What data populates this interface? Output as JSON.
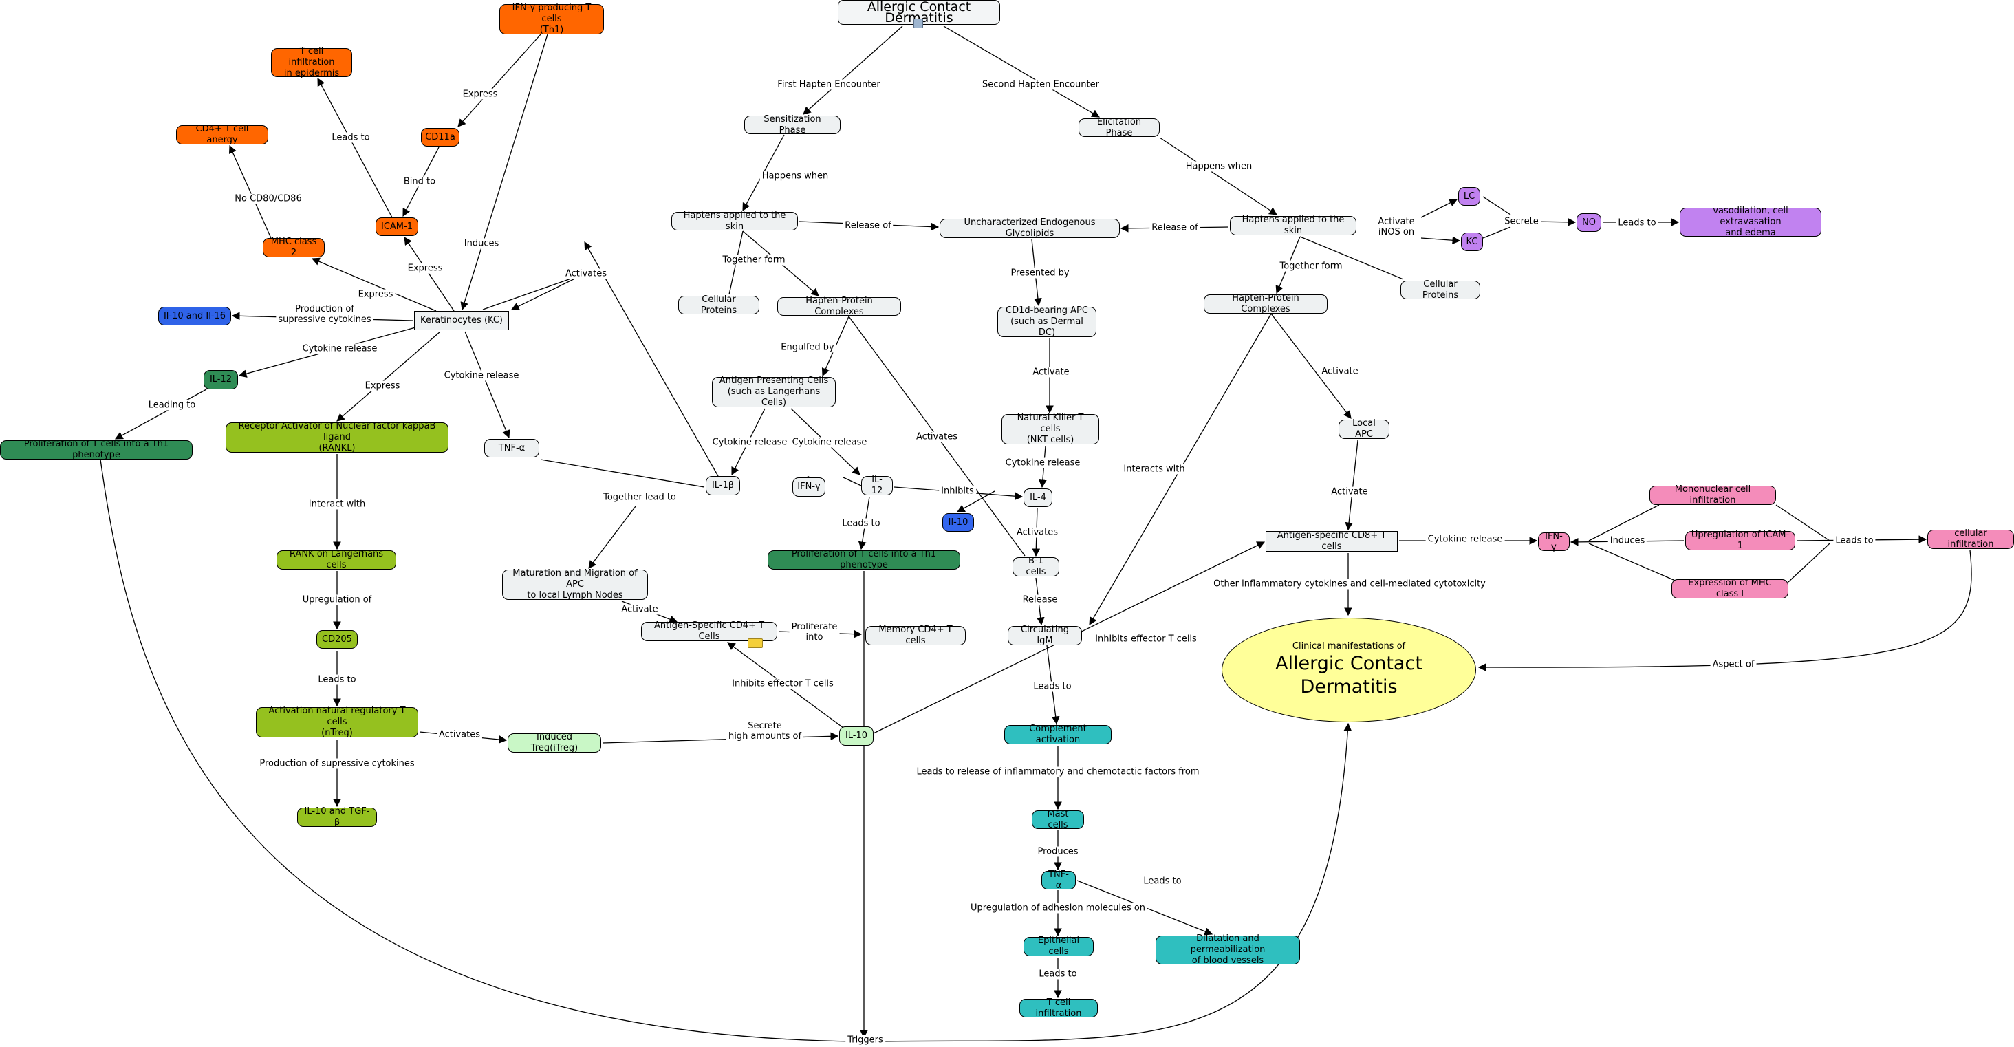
{
  "title": "Allergic Contact Dermatitis",
  "nodes": {
    "acd_title": "Allergic Contact Dermatitis",
    "sensitization": "Sensitization Phase",
    "elicitation": "Elicitation Phase",
    "haptens_skin_1": "Haptens applied to the skin",
    "haptens_skin_2": "Haptens applied to the skin",
    "unchar_glyco": "Uncharacterized Endogenous Glycolipids",
    "cellular_proteins_1": "Cellular Proteins",
    "cellular_proteins_2": "Cellular Proteins",
    "hapten_protein_1": "Hapten-Protein Complexes",
    "hapten_protein_2": "Hapten-Protein Complexes",
    "apc_langerhans": "Antigen Presenting Cells\n(such as Langerhans Cells)",
    "cd1d_apc": "CD1d-bearing APC\n(such as Dermal DC)",
    "nkt": "Natural Killer T cells\n(NKT cells)",
    "il1b": "IL-1β",
    "ifng_1": "IFN-γ",
    "il12_1": "IL-12",
    "il4": "IL-4",
    "il10_blue": "Il-10",
    "b1_cells": "B-1 cells",
    "circ_igm": "Circulating IgM",
    "prolif_th1_2": "Proliferation of T cells into a Th1 phenotype",
    "maturation_apc": "Maturation and Migration of APC\nto local Lymph Nodes",
    "ag_cd4": "Antigen-Specific CD4+ T Cells",
    "memory_cd4": "Memory CD4+ T cells",
    "il10_lgreen": "IL-10",
    "induced_treg": "Induced Treg(iTreg)",
    "activation_ntreg": "Activation natural regulatory  T cells\n(nTreg)",
    "il10_tgfb": "IL-10 and TGF-β",
    "cd205": "CD205",
    "rank_lc": "RANK on Langerhans cells",
    "rankl": "Receptor Activator of Nuclear factor kappaB ligand\n(RANKL)",
    "tnfa_1": "TNF-α",
    "keratinocytes": "Keratinocytes (KC)",
    "il10_il16": "Il-10 and Il-16",
    "il12_2": "IL-12",
    "prolif_th1_1": "Proliferation of T cells into a Th1 phenotype",
    "mhc2": "MHC class 2",
    "cd4_anergy": "CD4+ T cell anergy",
    "icam1_orange": "ICAM-1",
    "t_infiltration_epi": "T cell infiltration\nin epidermis",
    "cd11a": "CD11a",
    "ifng_th1": "IFN-γ producing T cells\n(Th1)",
    "lc": "LC",
    "kc": "KC",
    "no": "NO",
    "vasodilation": "vasodilation, cell extravasation\nand edema",
    "local_apc": "Local APC",
    "ag_cd8": "Antigen-specific CD8+ T cells",
    "ifng_pink": "IFN-γ",
    "mono_infil": "Mononuclear cell infiltration",
    "upreg_icam1": "Upregulation of ICAM-1",
    "expr_mhc1": "Expression of MHC class I",
    "cell_infil": "cellular infiltration",
    "clinical_small": "Clinical manifestations of",
    "clinical_big": "Allergic Contact Dermatitis",
    "complement": "Complement activation",
    "mast": "Mast cells",
    "tnfa_teal": "TNF-α",
    "epithelial": "Epithelial cells",
    "t_infil": "T cell infiltration",
    "dilatation": "Dilatation and permeabilization\nof blood vessels"
  },
  "labels": {
    "first_hapten": "First Hapten Encounter",
    "second_hapten": "Second Hapten Encounter",
    "happens_when_1": "Happens when",
    "happens_when_2": "Happens when",
    "release_of_1": "Release of",
    "release_of_2": "Release of",
    "together_form_1": "Together form",
    "together_form_2": "Together form",
    "activate_inos": "Activate\niNOS on",
    "secrete_1": "Secrete",
    "leads_to_no": "Leads to",
    "presented_by": "Presented by",
    "activate_nkt": "Activate",
    "cytokine_release_nkt": "Cytokine release",
    "activates_b1": "Activates",
    "release_igm": "Release",
    "engulfed_by": "Engulfed by",
    "cytokine_release_apc_1": "Cytokine release",
    "cytokine_release_apc_2": "Cytokine release",
    "inhibits_il4": "Inhibits",
    "leads_to_th1": "Leads to",
    "activates_hp1": "Activates",
    "activates_kc": "Activates",
    "together_lead_to": "Together lead to",
    "activate_cd4": "Activate",
    "proliferate_into": "Proliferate\ninto",
    "inhibits_effector_1": "Inhibits effector T cells",
    "inhibits_effector_2": "Inhibits effector T cells",
    "secrete_high": "Secrete\nhigh amounts of",
    "activates_itreg": "Activates",
    "production_supp_1": "Production of supressive cytokines",
    "production_supp_2": "Production of\nsupressive cytokines",
    "leads_to_cd205": "Leads to",
    "upregulation_of": "Upregulation of",
    "interact_with": "Interact with",
    "express_rankl": "Express",
    "cytokine_release_tnf": "Cytokine release",
    "cytokine_release_il12": "Cytokine release",
    "leading_to": "Leading to",
    "express_mhc2": "Express",
    "no_cd80": "No CD80/CD86",
    "express_icam": "Express",
    "leads_to_infil_epi": "Leads to",
    "bind_to": "Bind to",
    "express_cd11a": "Express",
    "induces_kc": "Induces",
    "activate_local_apc": "Activate",
    "activate_cd8": "Activate",
    "interacts_with": "Interacts with",
    "cytokine_release_cd8": "Cytokine release",
    "induces_pink": "Induces",
    "leads_to_cell_infil": "Leads to",
    "aspect_of": "Aspect of",
    "other_inflam": "Other inflammatory cytokines and cell-mediated cytotoxicity",
    "leads_to_complement": "Leads to",
    "leads_to_release_inflam": "Leads to release of inflammatory and chemotactic factors from",
    "produces": "Produces",
    "upreg_adhesion": "Upregulation of adhesion molecules on",
    "leads_to_dilatation": "Leads to",
    "leads_to_t_infil": "Leads to",
    "triggers": "Triggers"
  },
  "icons": {
    "doc_icon": "document-icon",
    "note_icon": "note-icon"
  }
}
